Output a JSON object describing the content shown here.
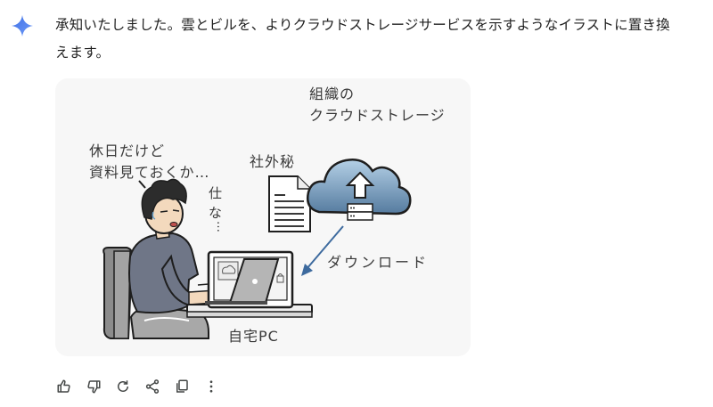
{
  "assistant": {
    "icon": "gemini-sparkle-icon",
    "accent_color": "#4b7cf3",
    "message_line1": "承知いたしました。雲とビルを、よりクラウドストレージサービスを示すようなイラストに置き換",
    "message_line2": "えます。"
  },
  "illustration": {
    "background": "#f7f7f7",
    "labels": {
      "cloud_title_line1": "組織の",
      "cloud_title_line2": "クラウドストレージ",
      "thought_line1": "休日だけど",
      "thought_line2": "資料見ておくか…",
      "mutter_line1": "仕",
      "mutter_line2": "な",
      "mutter_line3": "…",
      "document_label": "社外秘",
      "arrow_label": "ダウンロード",
      "pc_label": "自宅PC"
    },
    "colors": {
      "cloud_top": "#a9c6df",
      "cloud_bottom": "#5f84a8",
      "arrow": "#3d6a9e",
      "shirt": "#6f7687",
      "pants": "#a7a7a7",
      "chair": "#8c8c8c",
      "laptop": "#b5b5b5"
    }
  },
  "actions": [
    {
      "name": "thumbs-up",
      "label": "Good response"
    },
    {
      "name": "thumbs-down",
      "label": "Bad response"
    },
    {
      "name": "regenerate",
      "label": "Redo"
    },
    {
      "name": "share",
      "label": "Share"
    },
    {
      "name": "copy",
      "label": "Copy"
    },
    {
      "name": "more",
      "label": "More"
    }
  ]
}
